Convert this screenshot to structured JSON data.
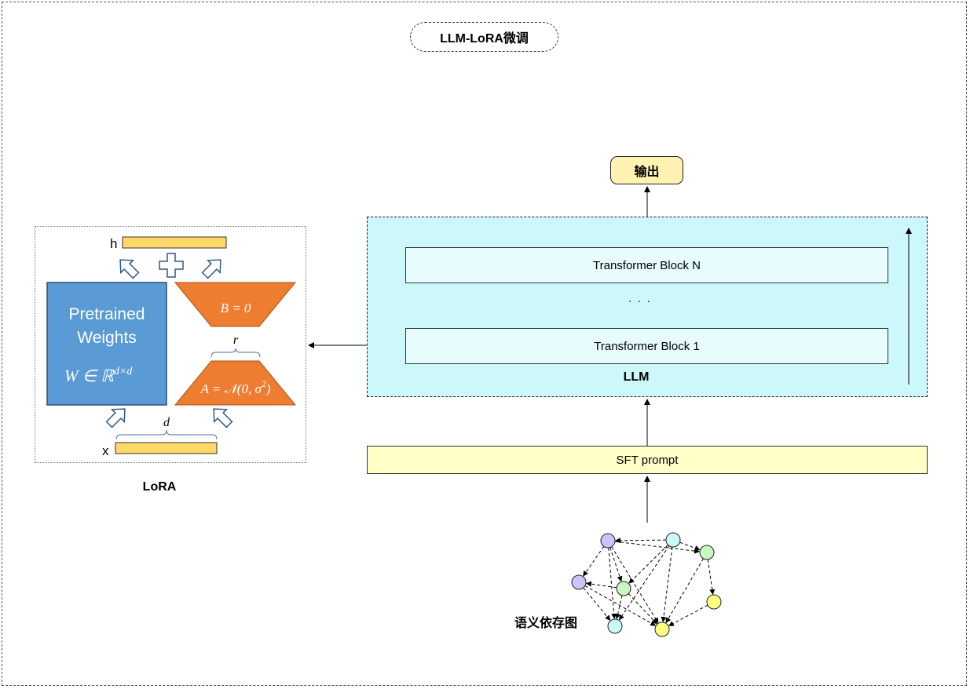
{
  "title": "LLM-LoRA微调",
  "output_label": "输出",
  "llm": {
    "label": "LLM",
    "block_top": "Transformer Block  N",
    "ellipsis": ". . .",
    "block_bottom": "Transformer Block  1"
  },
  "sft_prompt": "SFT prompt",
  "graph_label": "语义依存图",
  "lora": {
    "label": "LoRA",
    "h_label": "h",
    "x_label": "x",
    "pretrained_line1": "Pretrained",
    "pretrained_line2": "Weights",
    "w_formula": "W ∈ ℝ",
    "w_formula_sup": "d×d",
    "b_formula": "B = 0",
    "a_formula": "A = 𝒩(0, σ",
    "a_formula_sup": "2",
    "a_formula_end": ")",
    "r_label": "r",
    "d_label": "d",
    "plus_symbol": "+"
  },
  "colors": {
    "llm_fill": "#ccf7fb",
    "sft_fill": "#ffffc7",
    "output_fill": "#fff2b3",
    "pretrained_fill": "#5b9bd5",
    "lora_orange": "#ed7d31",
    "bar_fill": "#ffd966",
    "node_purple": "#c9c5f7",
    "node_cyan": "#c9fbf9",
    "node_green": "#c9f7c2",
    "node_yellow": "#ffff80"
  },
  "graph_nodes": [
    {
      "id": "n1",
      "color": "node_purple"
    },
    {
      "id": "n2",
      "color": "node_cyan"
    },
    {
      "id": "n3",
      "color": "node_green"
    },
    {
      "id": "n4",
      "color": "node_purple"
    },
    {
      "id": "n5",
      "color": "node_green"
    },
    {
      "id": "n6",
      "color": "node_yellow"
    },
    {
      "id": "n7",
      "color": "node_cyan"
    },
    {
      "id": "n8",
      "color": "node_yellow"
    }
  ],
  "graph_edges": [
    [
      "n2",
      "n1"
    ],
    [
      "n1",
      "n3"
    ],
    [
      "n2",
      "n3"
    ],
    [
      "n1",
      "n5"
    ],
    [
      "n1",
      "n7"
    ],
    [
      "n1",
      "n8"
    ],
    [
      "n2",
      "n5"
    ],
    [
      "n2",
      "n8"
    ],
    [
      "n3",
      "n6"
    ],
    [
      "n5",
      "n4"
    ],
    [
      "n1",
      "n4"
    ],
    [
      "n5",
      "n7"
    ],
    [
      "n4",
      "n7"
    ],
    [
      "n4",
      "n8"
    ],
    [
      "n6",
      "n8"
    ],
    [
      "n3",
      "n8"
    ],
    [
      "n2",
      "n7"
    ],
    [
      "n5",
      "n8"
    ]
  ]
}
